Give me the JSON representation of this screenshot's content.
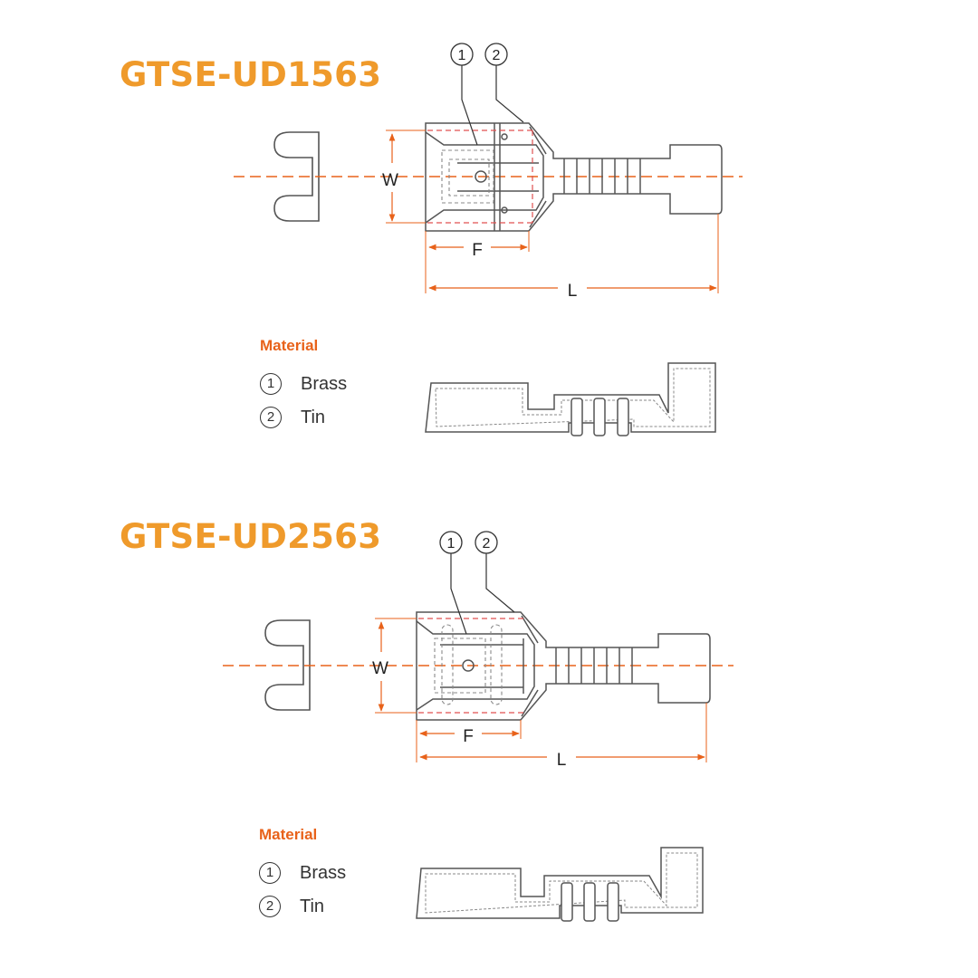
{
  "parts": [
    {
      "title": "GTSE-UD1563",
      "callouts": [
        "1",
        "2"
      ],
      "dims": {
        "w": "W",
        "f": "F",
        "l": "L"
      },
      "material": {
        "heading": "Material",
        "items": [
          {
            "num": "1",
            "label": "Brass"
          },
          {
            "num": "2",
            "label": "Tin"
          }
        ]
      }
    },
    {
      "title": "GTSE-UD2563",
      "callouts": [
        "1",
        "2"
      ],
      "dims": {
        "w": "W",
        "f": "F",
        "l": "L"
      },
      "material": {
        "heading": "Material",
        "items": [
          {
            "num": "1",
            "label": "Brass"
          },
          {
            "num": "2",
            "label": "Tin"
          }
        ]
      }
    }
  ],
  "colors": {
    "title": "#ef9a2b",
    "material_heading": "#e8621a",
    "centerline": "#e8621a",
    "hidden_line": "#e05050",
    "outline": "#444444"
  }
}
